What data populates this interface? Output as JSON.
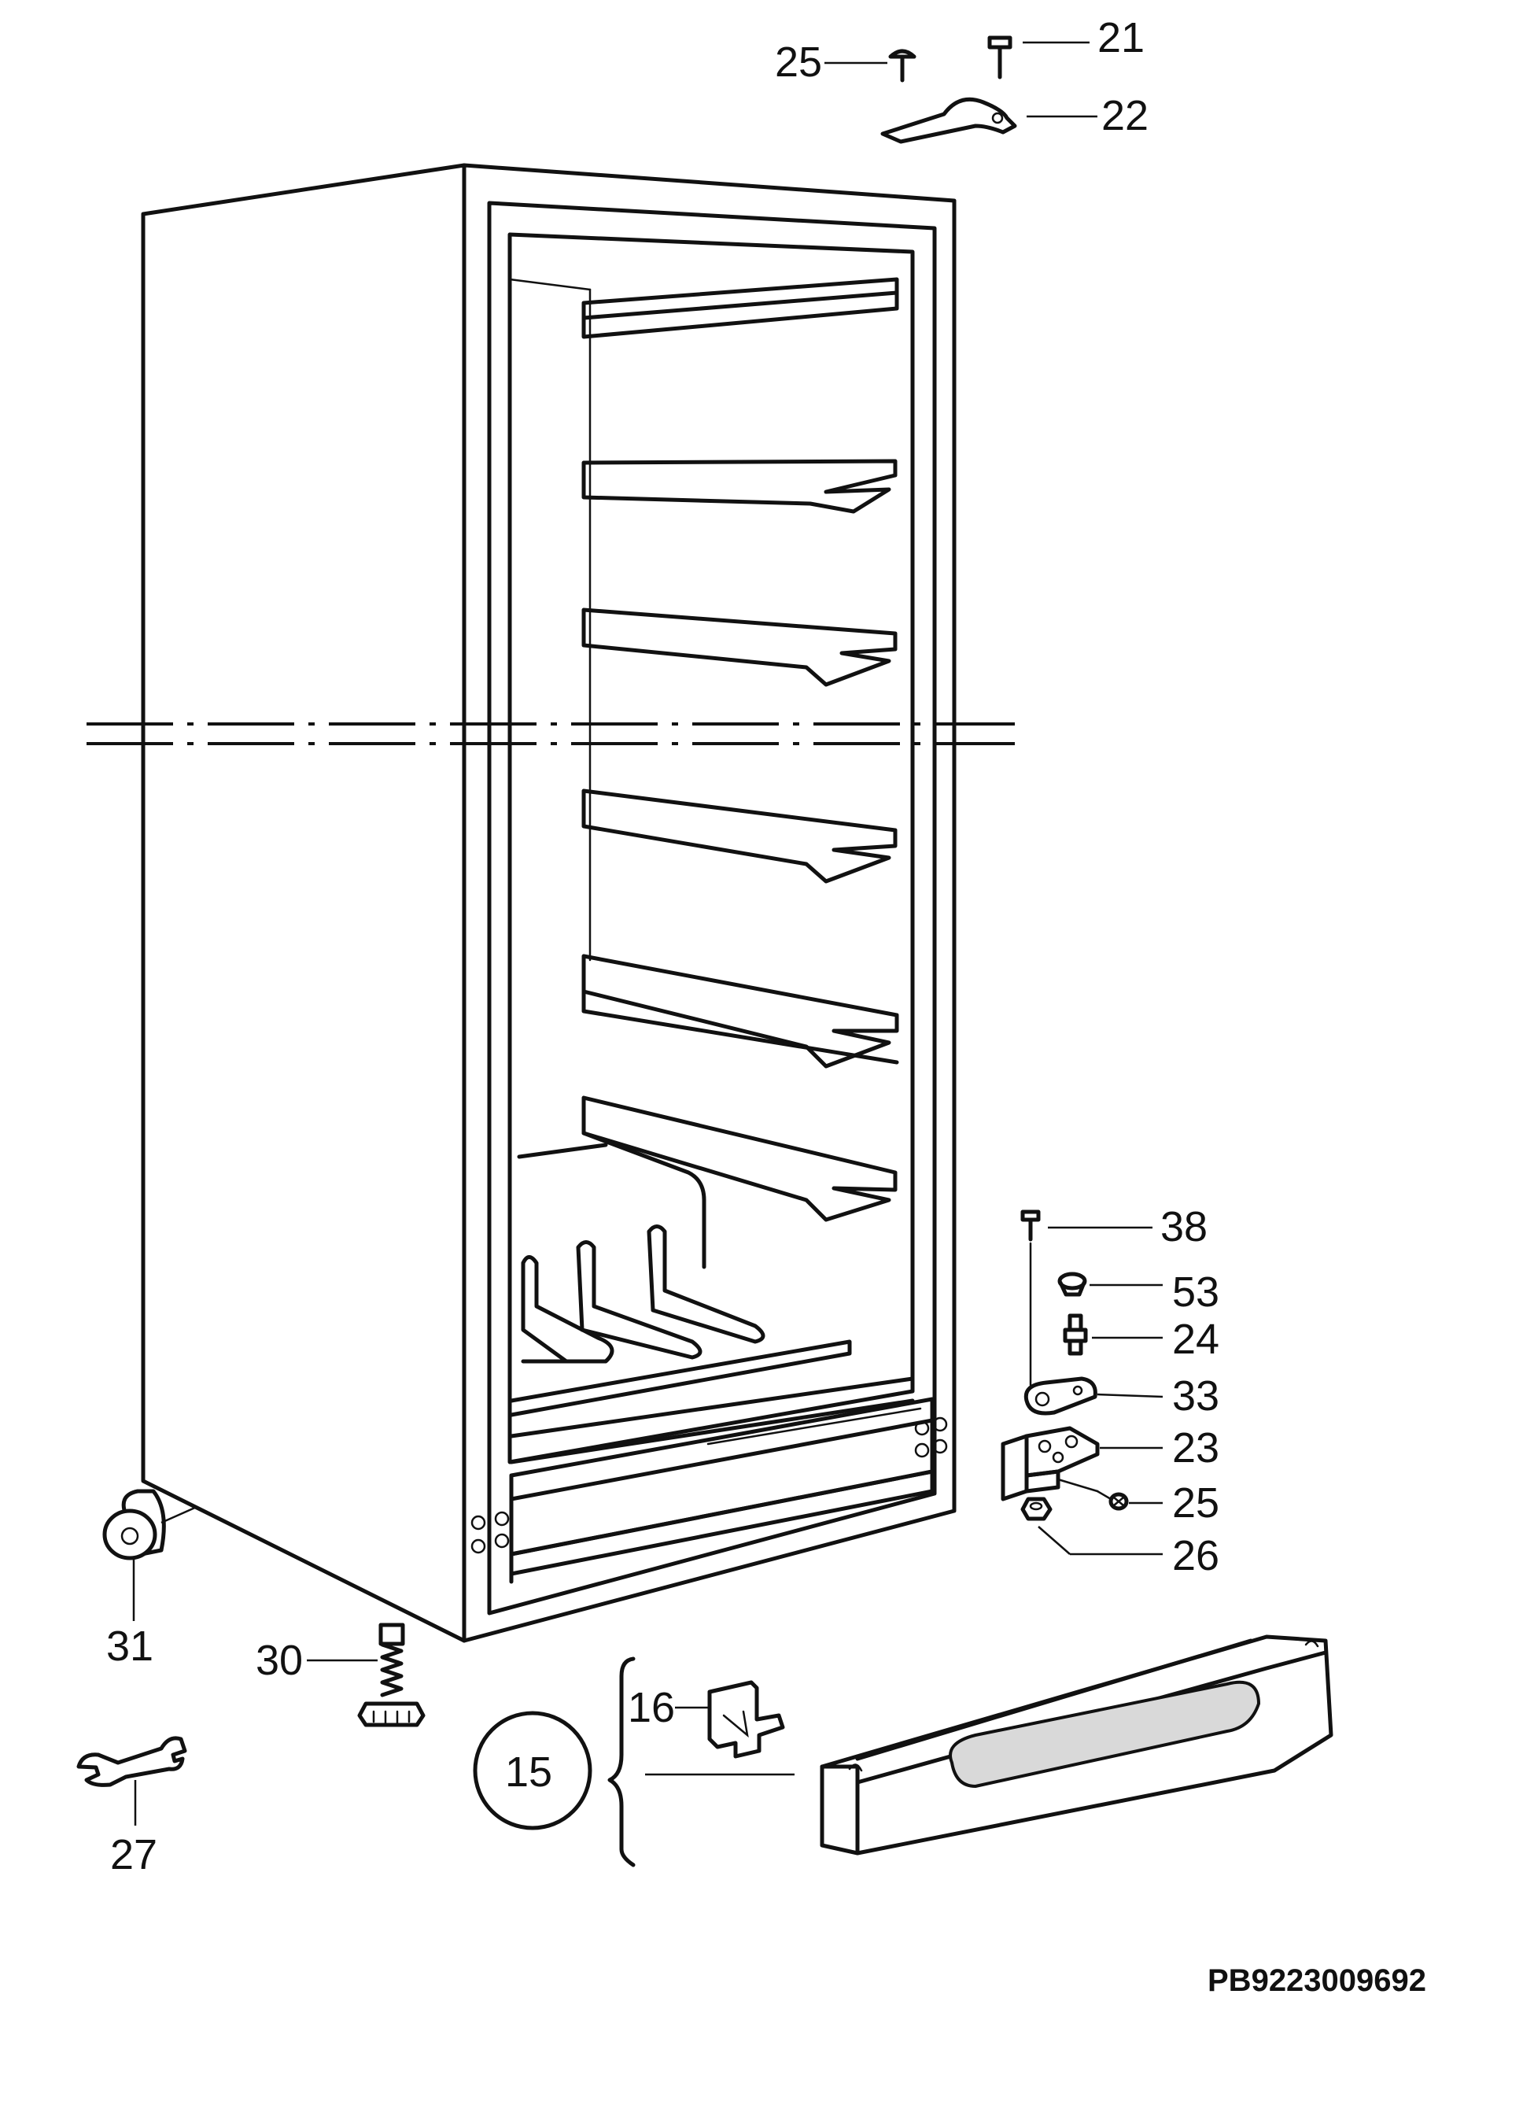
{
  "callouts": {
    "c21": "21",
    "c22": "22",
    "c25_top": "25",
    "c38": "38",
    "c53": "53",
    "c24": "24",
    "c33": "33",
    "c23": "23",
    "c25_hinge": "25",
    "c26": "26",
    "c31": "31",
    "c30": "30",
    "c27": "27",
    "c16": "16",
    "c15": "15"
  },
  "drawing_code": "PB9223009692"
}
